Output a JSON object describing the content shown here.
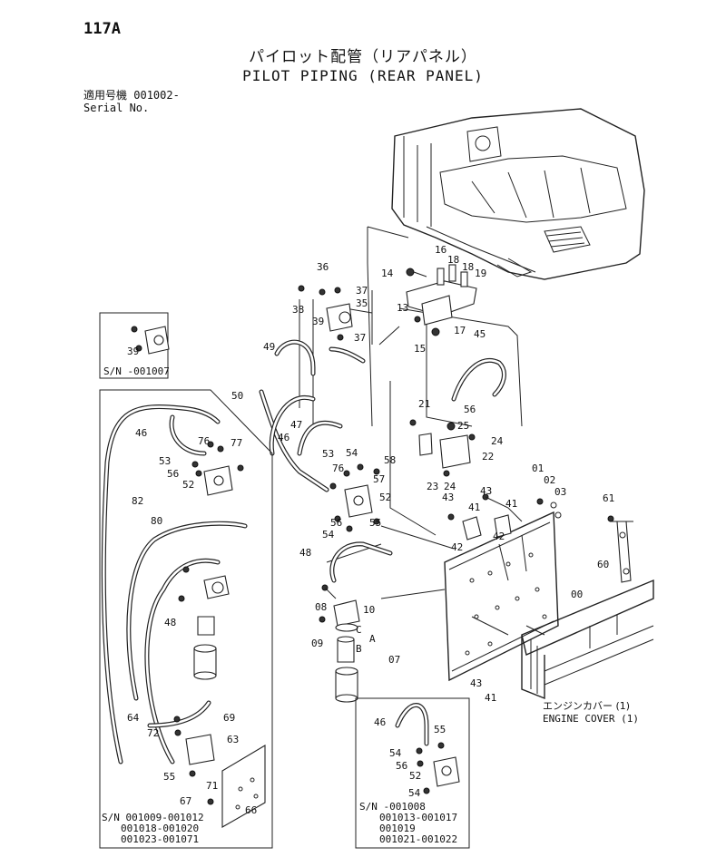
{
  "page_number": "117A",
  "title_jp": "パイロット配管（リアパネル）",
  "title_en": "PILOT PIPING (REAR PANEL)",
  "serial": {
    "label_jp": "適用号機",
    "value": "001002-",
    "label_en": "Serial No."
  },
  "callouts": {
    "c36": "36",
    "c37a": "37",
    "c35": "35",
    "c38": "38",
    "c39a": "39",
    "c37b": "37",
    "c49": "49",
    "c14": "14",
    "c16": "16",
    "c18a": "18",
    "c18b": "18",
    "c19": "19",
    "c13": "13",
    "c17": "17",
    "c15": "15",
    "c45": "45",
    "c50": "50",
    "c47": "47",
    "c46a": "46",
    "c21": "21",
    "c56a": "56",
    "c25": "25",
    "c24a": "24",
    "c22": "22",
    "c53a": "53",
    "c54a": "54",
    "c58": "58",
    "c76a": "76",
    "c57": "57",
    "c52a": "52",
    "c56b": "56",
    "c54b": "54",
    "c55a": "55",
    "c23": "23",
    "c24b": "24",
    "c43a": "43",
    "c41a": "41",
    "c41b": "41",
    "c42a": "42",
    "c42b": "42",
    "c43b": "43",
    "c01": "01",
    "c02": "02",
    "c03": "03",
    "c61": "61",
    "c60": "60",
    "c00": "00",
    "c48a": "48",
    "c08": "08",
    "c10": "10",
    "c09": "09",
    "cC": "C",
    "cA": "A",
    "cB": "B",
    "c07": "07",
    "c43c": "43",
    "c41c": "41",
    "c39b": "39",
    "c46b": "46",
    "c76b": "76",
    "c77": "77",
    "c53b": "53",
    "c56c": "56",
    "c52b": "52",
    "c82": "82",
    "c80": "80",
    "c48b": "48",
    "c64": "64",
    "c69": "69",
    "c72": "72",
    "c63": "63",
    "c55b": "55",
    "c71": "71",
    "c67": "67",
    "c66": "66",
    "c46c": "46",
    "c55c": "55",
    "c54c": "54",
    "c56d": "56",
    "c52c": "52",
    "c54d": "54"
  },
  "notes": {
    "sn_box1": "S/N -001007",
    "sn_box2": [
      "S/N 001009-001012",
      "001018-001020",
      "001023-001071"
    ],
    "sn_box3": [
      "S/N -001008",
      "001013-001017",
      "001019",
      "001021-001022"
    ],
    "engine_cover_jp": "エンジンカバー (1)",
    "engine_cover_en": "ENGINE COVER (1)"
  }
}
